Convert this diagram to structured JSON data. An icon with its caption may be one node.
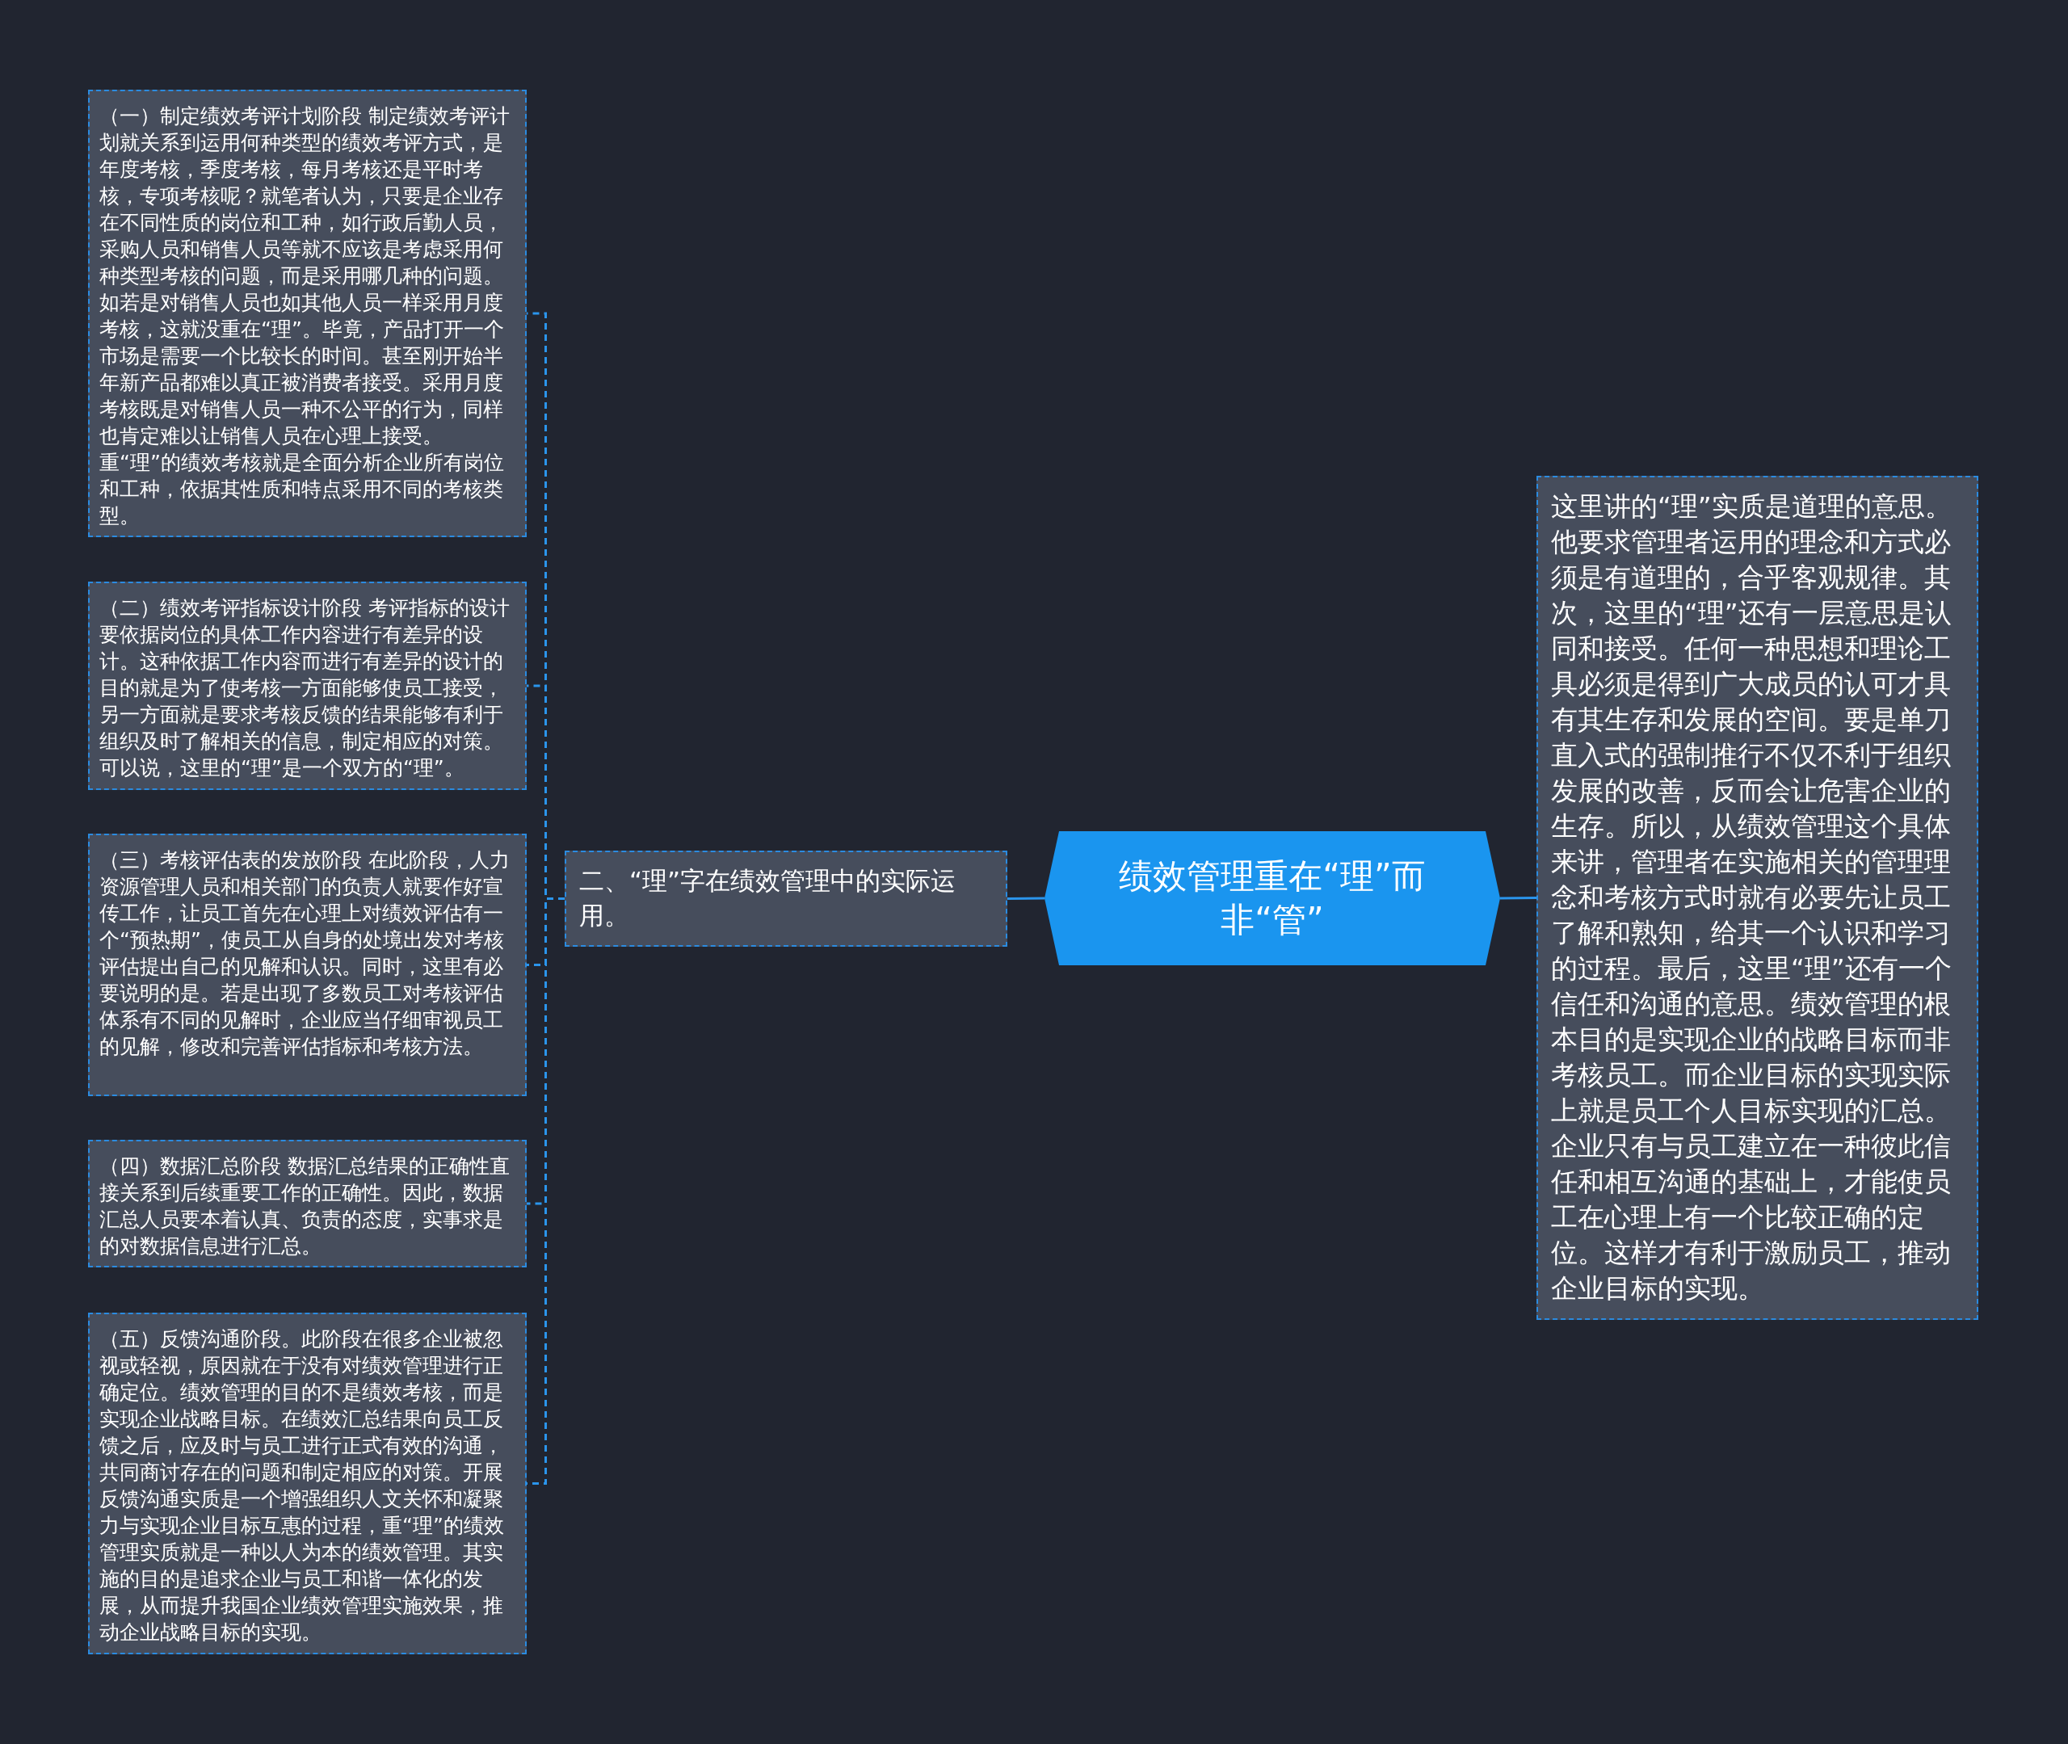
{
  "diagram": {
    "nodes": [
      {
        "text": [
          "绩效管理重在“理”而非“管”"
        ]
      },
      {
        "text": [
          "二、“理”字在绩效管理中的实际运用。"
        ]
      },
      {
        "text": [
          "这里讲的“理”实质是道理的意思。他要求管理者运用的理念和方式必须是有道理的，合乎客观规律。其次，这里的“理”还有一层意思是认同和接受。任何一种思想和理论工具必须是得到广大成员的认可才具有其生存和发展的空间。要是单刀直入式的强制推行不仅不利于组织发展的改善，反而会让危害企业的生存。所以，从绩效管理这个具体来讲，管理者在实施相关的管理理念和考核方式时就有必要先让员工了解和熟知，给其一个认识和学习的过程。最后，这里“理”还有一个信任和沟通的意思。绩效管理的根本目的是实现企业的战略目标而非考核员工。而企业目标的实现实际上就是员工个人目标实现的汇总。企业只有与员工建立在一种彼此信任和相互沟通的基础上，才能使员工在心理上有一个比较正确的定位。这样才有利于激励员工，推动企业目标的实现。"
        ]
      },
      {
        "text": [
          "（一）制定绩效考评计划阶段 制定绩效考评计划就关系到运用何种类型的绩效考评方式，是年度考核，季度考核，每月考核还是平时考核，专项考核呢？就笔者认为，只要是企业存在不同性质的岗位和工种，如行政后勤人员，采购人员和销售人员等就不应该是考虑采用何种类型考核的问题，而是采用哪几种的问题。如若是对销售人员也如其他人员一样采用月度考核，这就没重在“理”。毕竟，产品打开一个市场是需要一个比较长的时间。甚至刚开始半年新产品都难以真正被消费者接受。采用月度考核既是对销售人员一种不公平的行为，同样也肯定难以让销售人员在心理上接受。重“理”的绩效考核就是全面分析企业所有岗位和工种，依据其性质和特点采用不同的考核类型。"
        ]
      },
      {
        "text": [
          "（二）绩效考评指标设计阶段 考评指标的设计要依据岗位的具体工作内容进行有差异的设计。这种依据工作内容而进行有差异的设计的目的就是为了使考核一方面能够使员工接受，另一方面就是要求考核反馈的结果能够有利于组织及时了解相关的信息，制定相应的对策。可以说，这里的“理”是一个双方的“理”。"
        ]
      },
      {
        "text": [
          "（三）考核评估表的发放阶段 在此阶段，人力资源管理人员和相关部门的负责人就要作好宣传工作，让员工首先在心理上对绩效评估有一个“预热期”，使员工从自身的处境出发对考核评估提出自己的见解和认识。同时，这里有必要说明的是。若是出现了多数员工对考核评估体系有不同的见解时，企业应当仔细审视员工的见解，修改和完善评估指标和考核方法。"
        ]
      },
      {
        "text": [
          "（四）数据汇总阶段 数据汇总结果的正确性直接关系到后续重要工作的正确性。因此，数据汇总人员要本着认真、负责的态度，实事求是的对数据信息进行汇总。"
        ]
      },
      {
        "text": [
          "（五）反馈沟通阶段。此阶段在很多企业被忽视或轻视，原因就在于没有对绩效管理进行正确定位。绩效管理的目的不是绩效考核，而是实现企业战略目标。在绩效汇总结果向员工反馈之后，应及时与员工进行正式有效的沟通，共同商讨存在的问题和制定相应的对策。开展反馈沟通实质是一个增强组织人文关怀和凝聚力与实现企业目标互惠的过程，重“理”的绩效管理实质就是一种以人为本的绩效管理。其实施的目的是追求企业与员工和谐一体化的发展，从而提升我国企业绩效管理实施效果，推动企业战略目标的实现。"
        ]
      }
    ],
    "edges": [
      {
        "from": 0,
        "to": 1,
        "arrow": "none"
      },
      {
        "from": 0,
        "to": 2,
        "arrow": "none"
      },
      {
        "from": 1,
        "to": 3,
        "arrow": "none",
        "style": "dashed"
      },
      {
        "from": 1,
        "to": 4,
        "arrow": "none",
        "style": "dashed"
      },
      {
        "from": 1,
        "to": 5,
        "arrow": "none",
        "style": "dashed"
      },
      {
        "from": 1,
        "to": 6,
        "arrow": "none",
        "style": "dashed"
      },
      {
        "from": 1,
        "to": 7,
        "arrow": "none",
        "style": "dashed"
      }
    ]
  }
}
